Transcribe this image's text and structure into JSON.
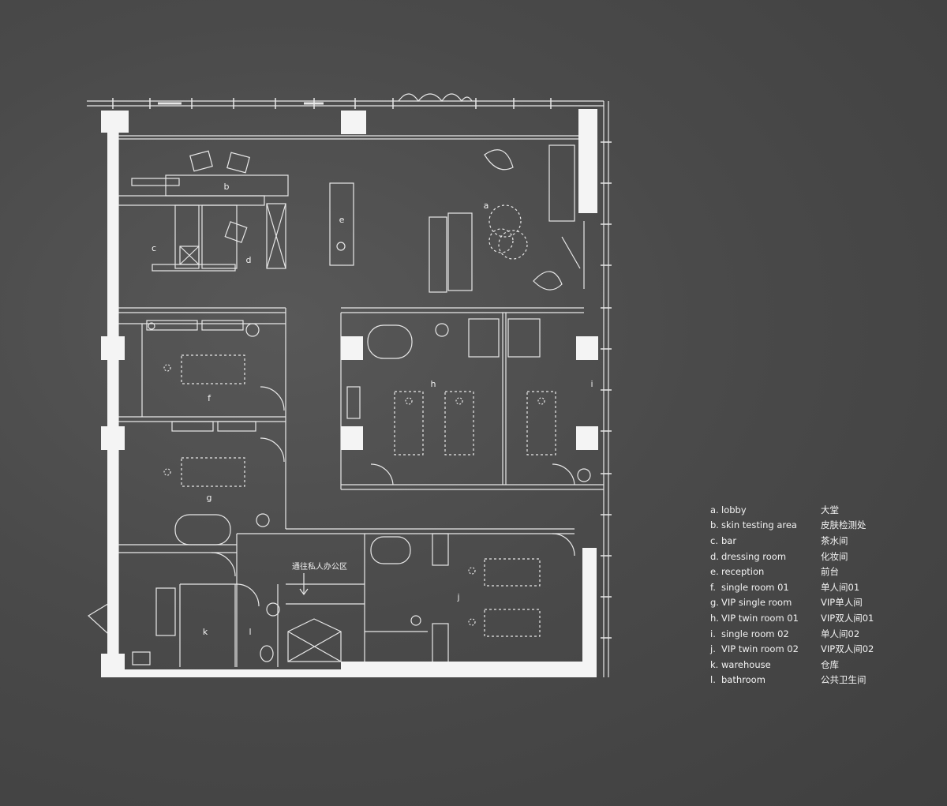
{
  "plan": {
    "room_labels": [
      {
        "key": "a",
        "text": "a"
      },
      {
        "key": "b",
        "text": "b"
      },
      {
        "key": "c",
        "text": "c"
      },
      {
        "key": "d",
        "text": "d"
      },
      {
        "key": "e",
        "text": "e"
      },
      {
        "key": "f",
        "text": "f"
      },
      {
        "key": "g",
        "text": "g"
      },
      {
        "key": "h",
        "text": "h"
      },
      {
        "key": "i",
        "text": "i"
      },
      {
        "key": "j",
        "text": "j"
      },
      {
        "key": "k",
        "text": "k"
      },
      {
        "key": "l",
        "text": "l"
      }
    ],
    "corridor_note": "通往私人办公区"
  },
  "legend": [
    {
      "key": "a.",
      "en": "lobby",
      "zh": "大堂"
    },
    {
      "key": "b.",
      "en": "skin testing area",
      "zh": "皮肤检测处"
    },
    {
      "key": "c.",
      "en": "bar",
      "zh": "茶水间"
    },
    {
      "key": "d.",
      "en": "dressing room",
      "zh": "化妆间"
    },
    {
      "key": "e.",
      "en": "reception",
      "zh": "前台"
    },
    {
      "key": "f.",
      "en": "single room 01",
      "zh": "单人间01"
    },
    {
      "key": "g.",
      "en": "VIP single room",
      "zh": "VIP单人间"
    },
    {
      "key": "h.",
      "en": "VIP twin room 01",
      "zh": "VIP双人间01"
    },
    {
      "key": "i.",
      "en": "single room 02",
      "zh": "单人间02"
    },
    {
      "key": "j.",
      "en": "VIP twin room 02",
      "zh": "VIP双人间02"
    },
    {
      "key": "k.",
      "en": "warehouse",
      "zh": "仓库"
    },
    {
      "key": "l.",
      "en": "bathroom",
      "zh": "公共卫生间"
    }
  ]
}
